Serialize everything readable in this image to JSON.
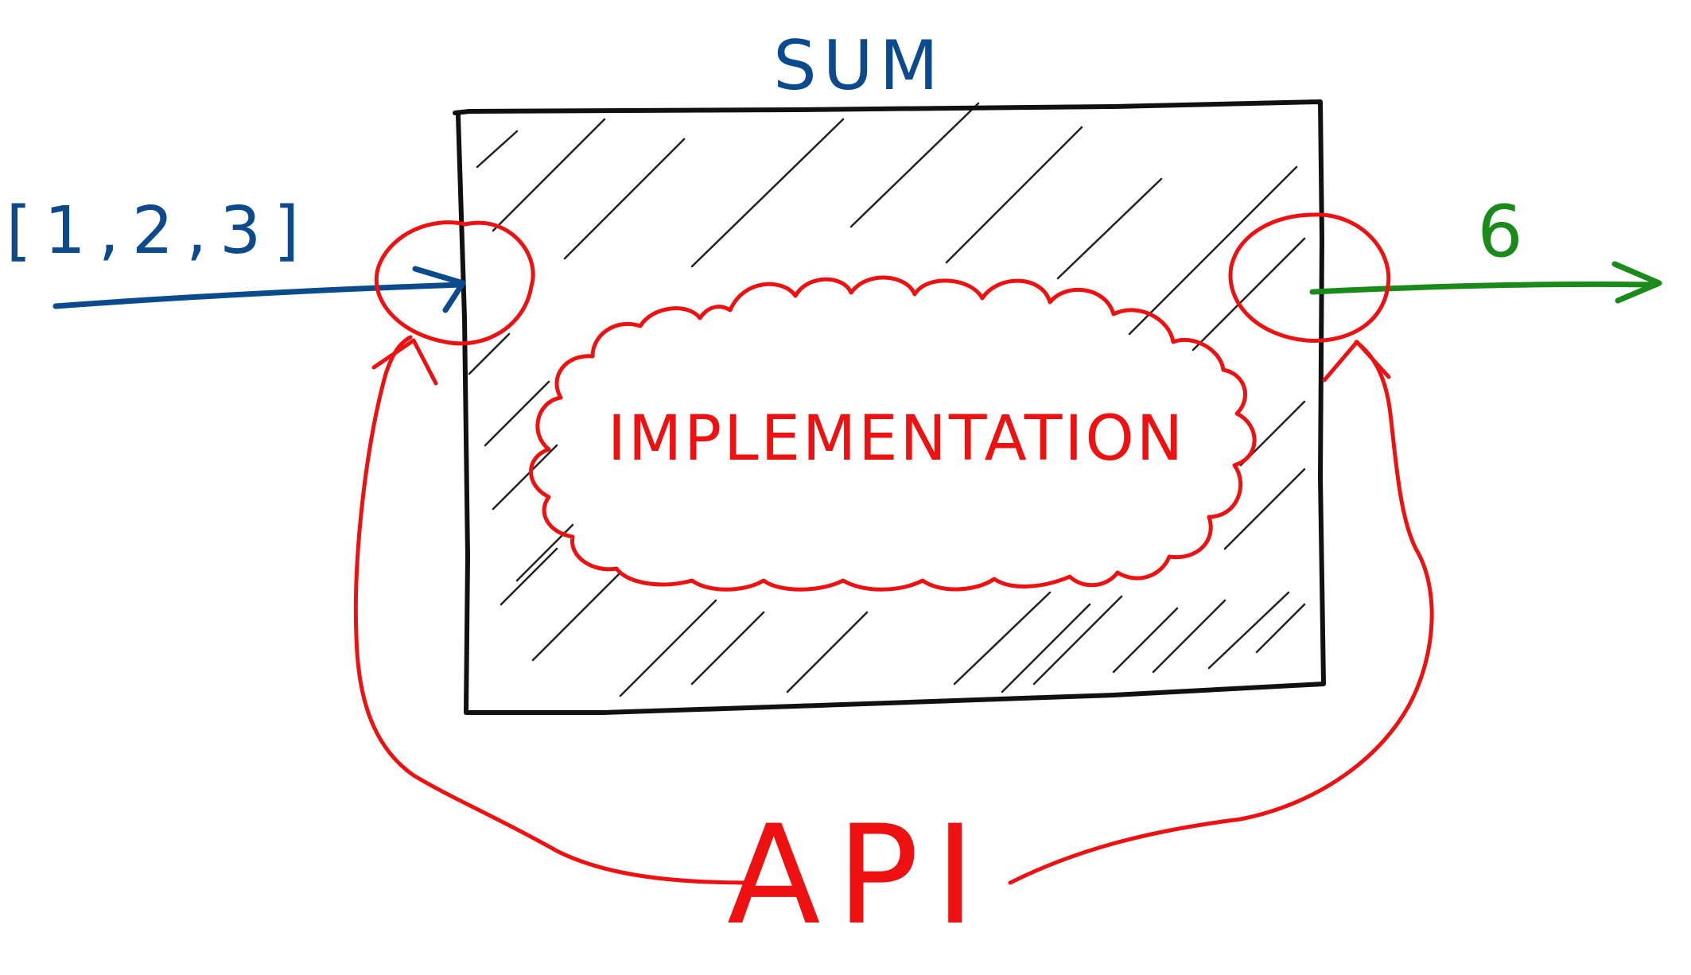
{
  "diagram": {
    "box": {
      "title": "SUM"
    },
    "input": {
      "label": "[1,2,3]"
    },
    "output": {
      "label": "6"
    },
    "cloud": {
      "label": "IMPLEMENTATION"
    },
    "api": {
      "label": "API"
    }
  },
  "colors": {
    "box": "#111111",
    "input": "#0b4a8c",
    "output": "#1a8a1a",
    "api": "#ee1111"
  }
}
